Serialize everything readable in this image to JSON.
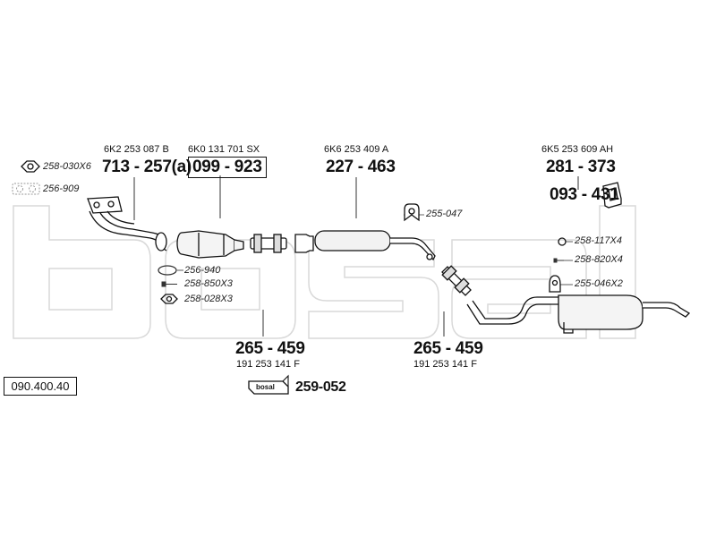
{
  "diagram_ref": "090.400.40",
  "brand_watermark": "bosal",
  "parts": {
    "front_pipe": {
      "oem": "6K2 253 087 B",
      "number": "713 - 257(a)"
    },
    "catalyst": {
      "oem": "6K0 131 701 SX",
      "number": "099 - 923"
    },
    "middle_silencer": {
      "oem": "6K6 253 409 A",
      "number": "227 - 463"
    },
    "rear_silencer": {
      "oem": "6K5 253 609 AH",
      "number": "281 - 373"
    },
    "heat_shield": {
      "number": "093 - 431"
    },
    "connector_left": {
      "number": "265 - 459",
      "oem": "191 253 141 F"
    },
    "connector_right": {
      "number": "265 - 459",
      "oem": "191 253 141 F"
    },
    "assembly_kit": {
      "number": "259-052",
      "badge": "bosal"
    }
  },
  "fittings": {
    "nut": "258-030X6",
    "manifold_gasket": "256-909",
    "mount_rubber_mid": "255-047",
    "gasket_ring": "256-940",
    "bolt": "258-850X3",
    "nut_small": "258-028X3",
    "clamp_ring": "258-117X4",
    "bolt_rear": "258-820X4",
    "mount_rubber_rear": "255-046X2"
  }
}
